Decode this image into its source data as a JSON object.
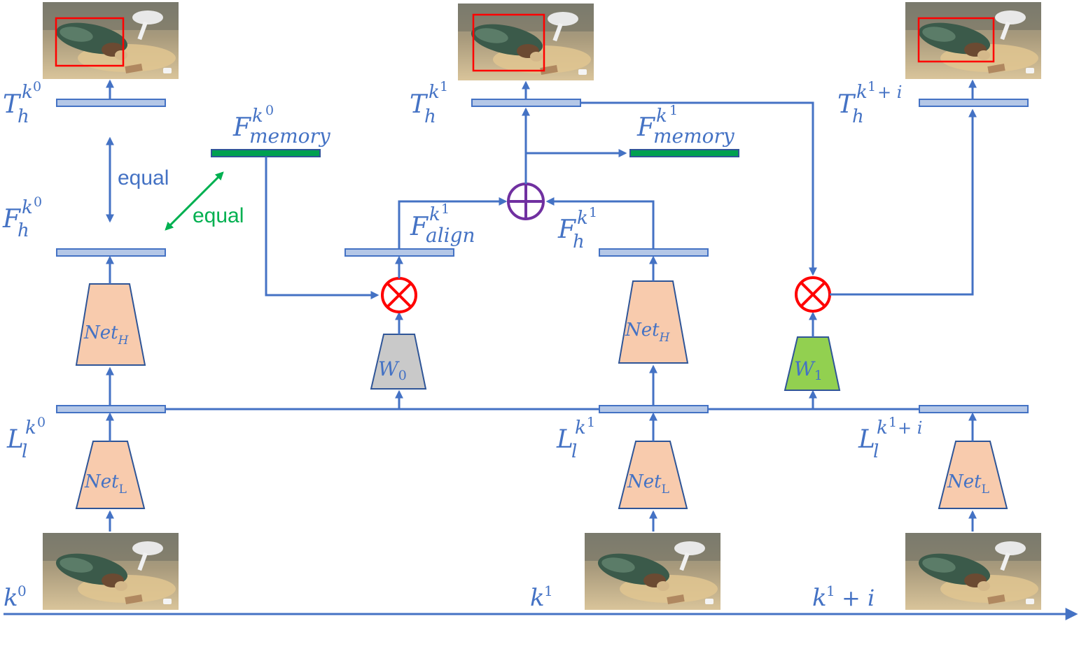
{
  "colors": {
    "flow": "#4472c4",
    "feature_bar": "#b4c7e7",
    "memory_bar": "#00a050",
    "net_fill": "#f8cbad",
    "w0_fill": "#c9c9c9",
    "w1_fill": "#92d050",
    "multiply_op": "#ff0000",
    "add_op": "#7030a0",
    "equal_green": "#00b050",
    "box_red": "#ff0000"
  },
  "frames": {
    "k0": {
      "time_label_base": "k",
      "time_label_sup": "0"
    },
    "k1": {
      "time_label_base": "k",
      "time_label_sup": "1"
    },
    "k1i": {
      "time_label_base": "k",
      "time_label_sup": "1",
      "time_label_tail": "+ i"
    }
  },
  "labels": {
    "T_k0": {
      "base": "T",
      "sub": "h",
      "sup_base": "k",
      "sup_exp": "0"
    },
    "T_k1": {
      "base": "T",
      "sub": "h",
      "sup_base": "k",
      "sup_exp": "1"
    },
    "T_k1i": {
      "base": "T",
      "sub": "h",
      "sup_base": "k",
      "sup_exp": "1",
      "sup_tail": "+ i"
    },
    "F_mem_k0": {
      "base": "F",
      "sub": "memory",
      "sup_base": "k",
      "sup_exp": "0"
    },
    "F_mem_k1": {
      "base": "F",
      "sub": "memory",
      "sup_base": "k",
      "sup_exp": "1"
    },
    "F_h_k0": {
      "base": "F",
      "sub": "h",
      "sup_base": "k",
      "sup_exp": "0"
    },
    "F_align_k1": {
      "base": "F",
      "sub": "align",
      "sup_base": "k",
      "sup_exp": "1"
    },
    "F_h_k1": {
      "base": "F",
      "sub": "h",
      "sup_base": "k",
      "sup_exp": "1"
    },
    "L_k0": {
      "base": "L",
      "sub": "l",
      "sup_base": "k",
      "sup_exp": "0"
    },
    "L_k1": {
      "base": "L",
      "sub": "l",
      "sup_base": "k",
      "sup_exp": "1"
    },
    "L_k1i": {
      "base": "L",
      "sub": "l",
      "sup_base": "k",
      "sup_exp": "1",
      "sup_tail": "+ i"
    }
  },
  "networks": {
    "net_h": {
      "base": "Net",
      "sub": "H"
    },
    "net_l": {
      "base": "Net",
      "sub": "L"
    },
    "w0": {
      "base": "W",
      "sub": "0"
    },
    "w1": {
      "base": "W",
      "sub": "1"
    }
  },
  "annotations": {
    "equal_blue": "equal",
    "equal_green": "equal"
  },
  "images": {
    "description_icon": "bird-photo"
  }
}
